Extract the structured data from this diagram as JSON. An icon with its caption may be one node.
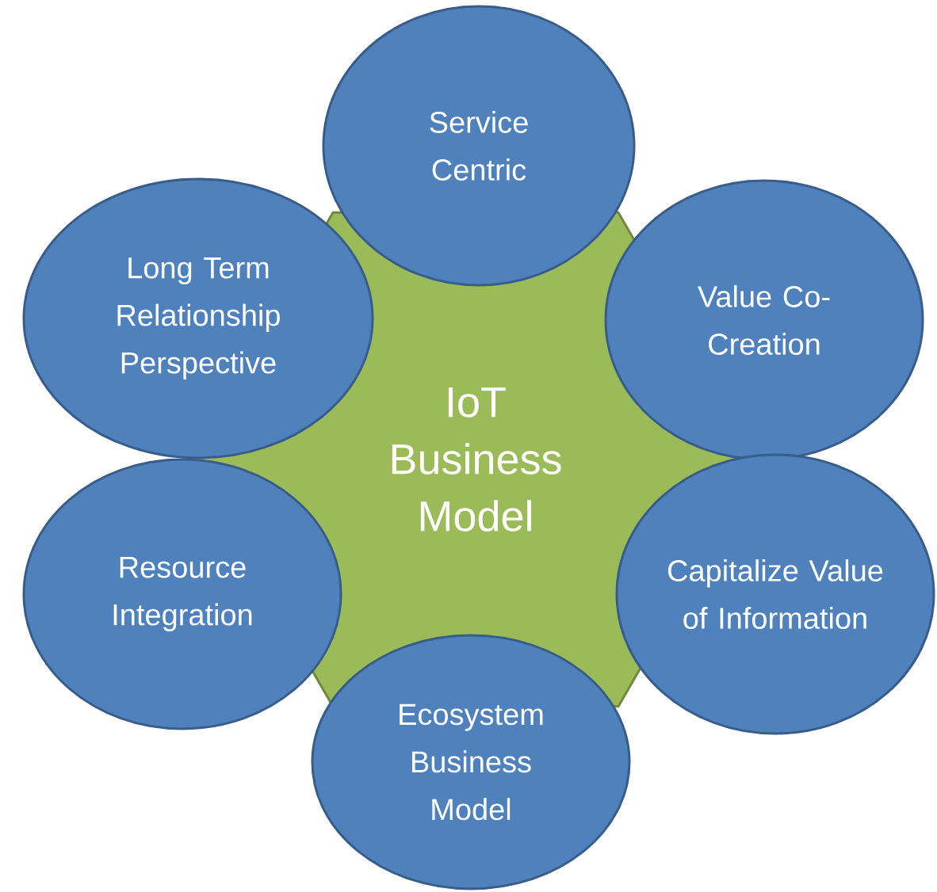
{
  "diagram": {
    "nodes": [
      {
        "text": [
          "IoT Business Model"
        ]
      },
      {
        "text": [
          "Service Centric"
        ]
      },
      {
        "text": [
          "Value Co-Creation"
        ]
      },
      {
        "text": [
          "Capitalize Value of Information"
        ]
      },
      {
        "text": [
          "Ecosystem Business Model"
        ]
      },
      {
        "text": [
          "Resource Integration"
        ]
      },
      {
        "text": [
          "Long Term Relationship Perspective"
        ]
      }
    ]
  }
}
